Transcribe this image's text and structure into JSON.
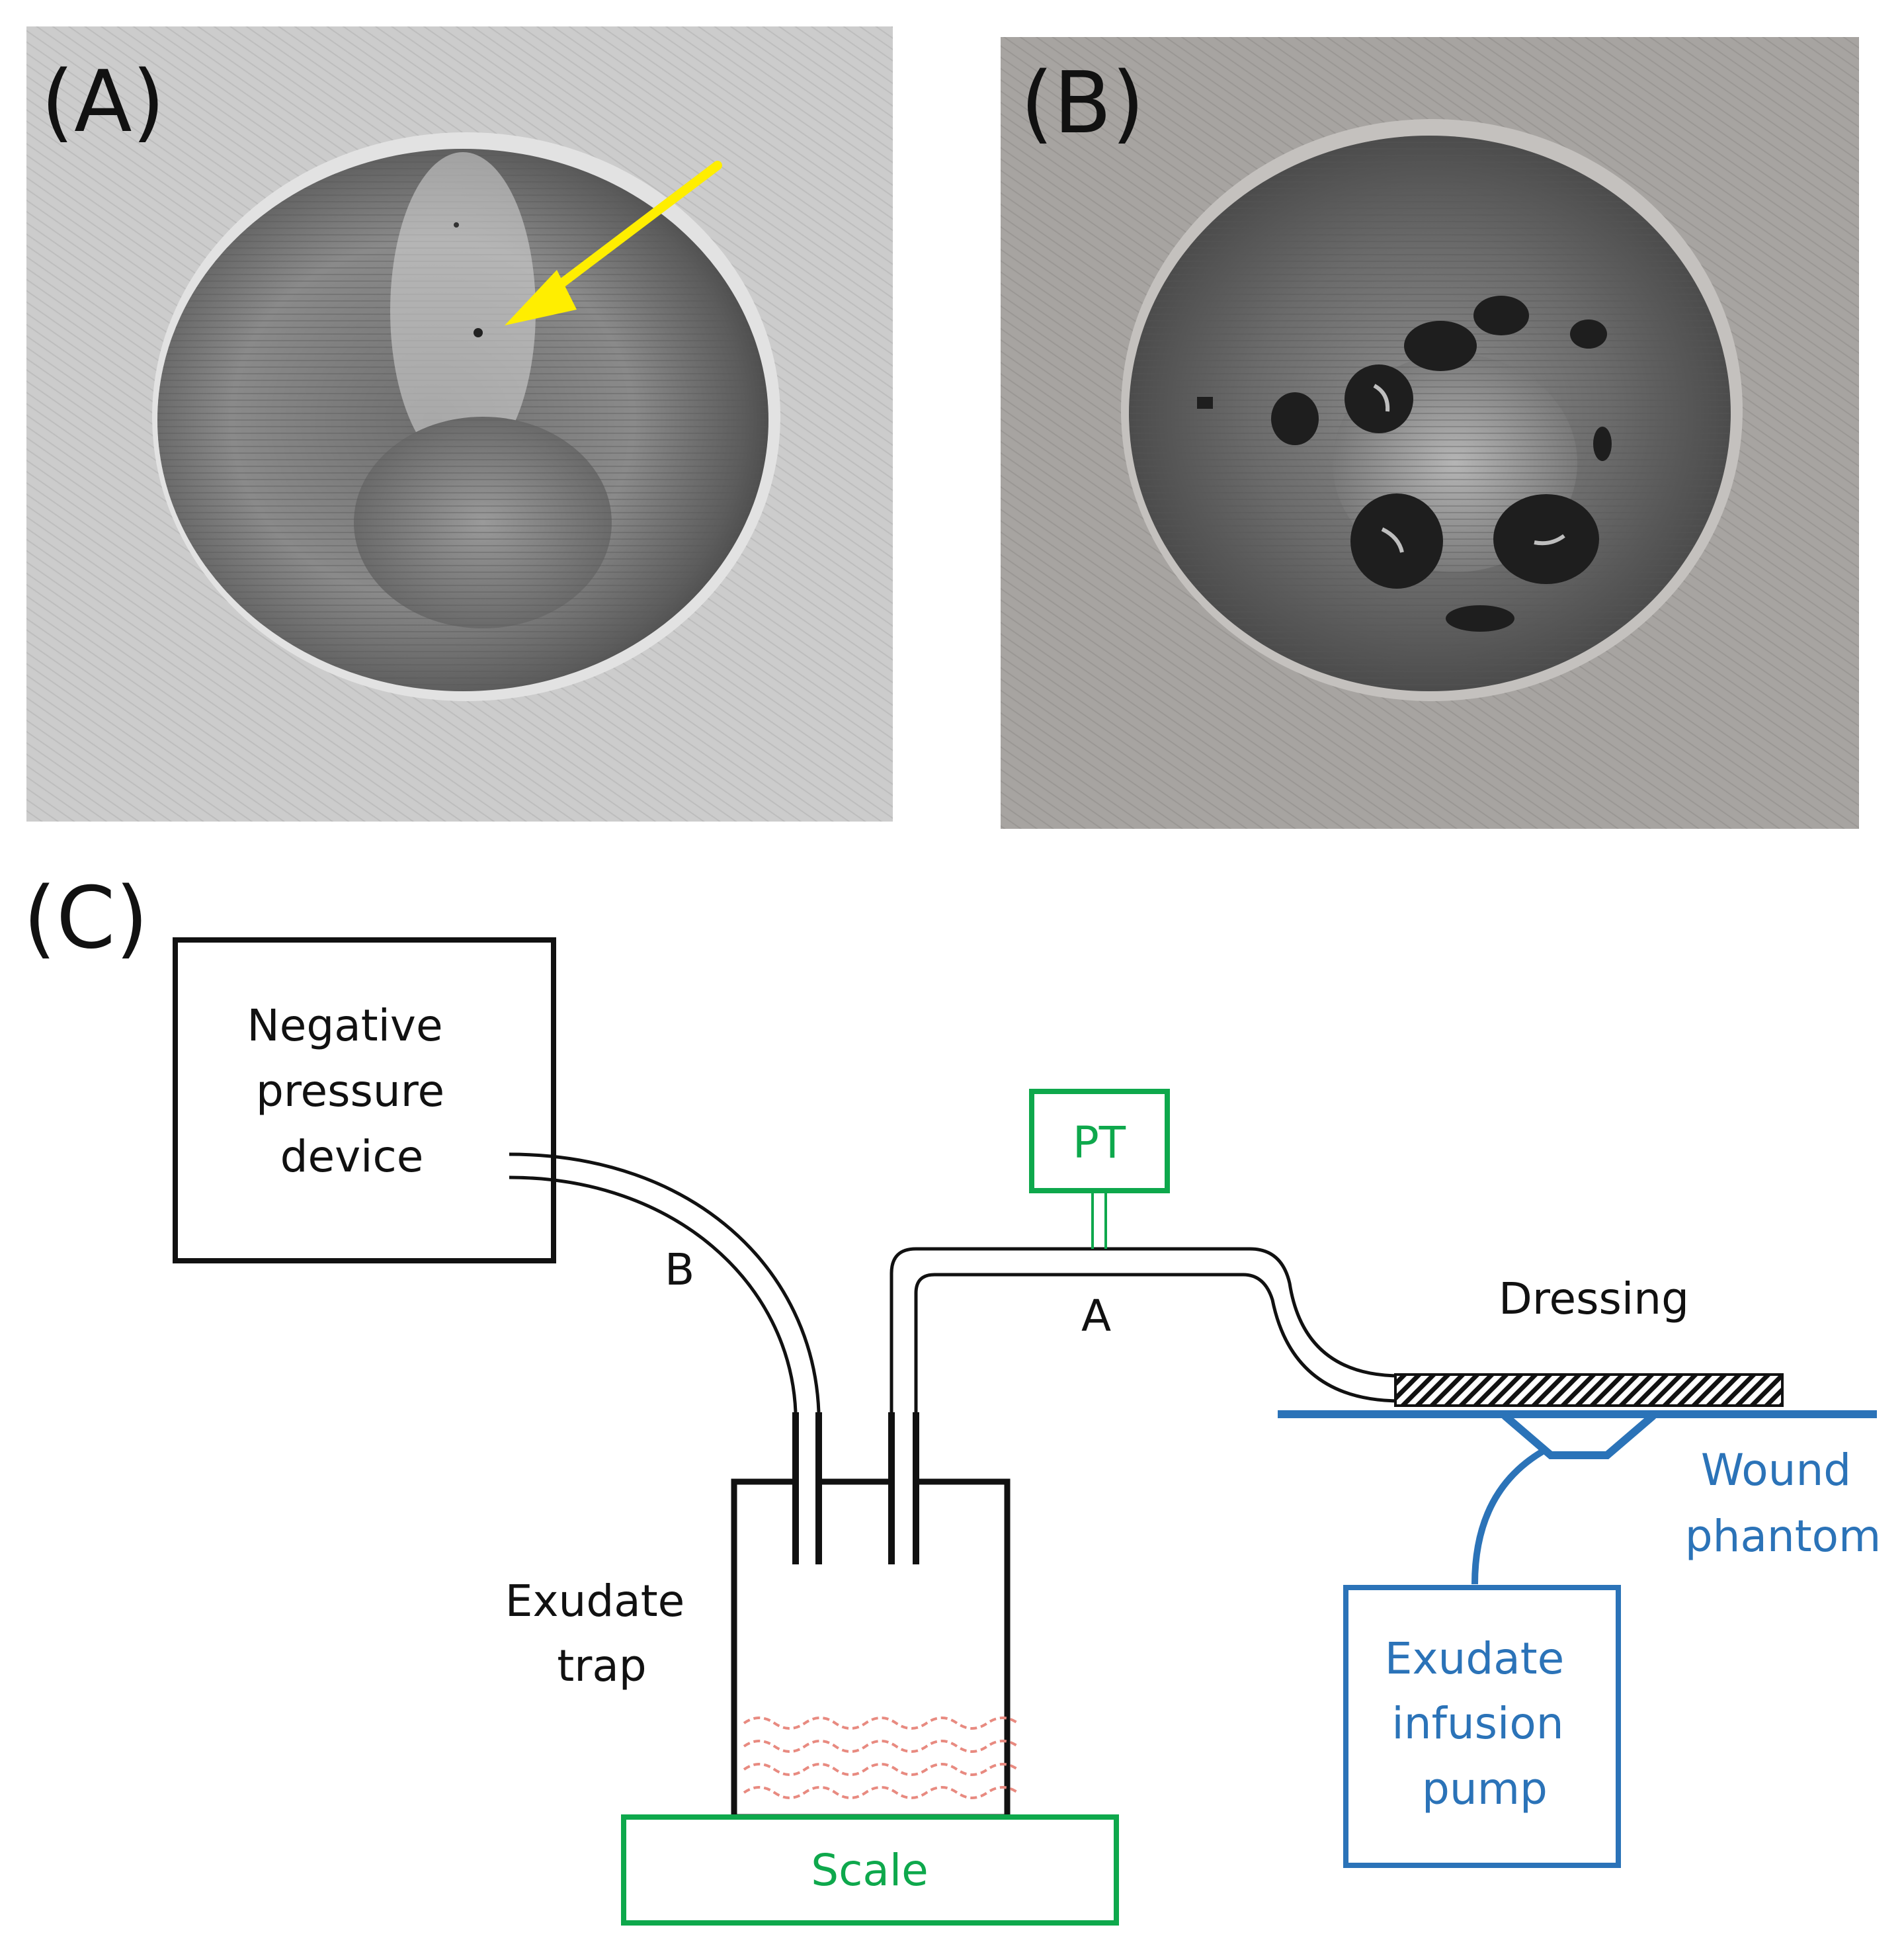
{
  "panels": {
    "a": {
      "label": "(A)"
    },
    "b": {
      "label": "(B)"
    },
    "c": {
      "label": "(C)"
    }
  },
  "diagram": {
    "negative_pressure_device": [
      "Negative",
      "pressure",
      "device"
    ],
    "tube_b": "B",
    "tube_a": "A",
    "pressure_transducer": "PT",
    "dressing": "Dressing",
    "exudate_trap": [
      "Exudate",
      "trap"
    ],
    "scale": "Scale",
    "wound_phantom": [
      "Wound",
      "phantom"
    ],
    "infusion_pump": [
      "Exudate",
      "infusion",
      "pump"
    ]
  },
  "colors": {
    "schematic_line": "#111111",
    "pressure_transducer": "#0ea84c",
    "scale": "#0ea84c",
    "wound_phantom": "#2b73b8",
    "infusion_pump": "#2b73b8",
    "fluid": "#e88a80",
    "arrow": "#ffee00"
  },
  "icons": {
    "photo_arrow": "arrow-icon"
  }
}
